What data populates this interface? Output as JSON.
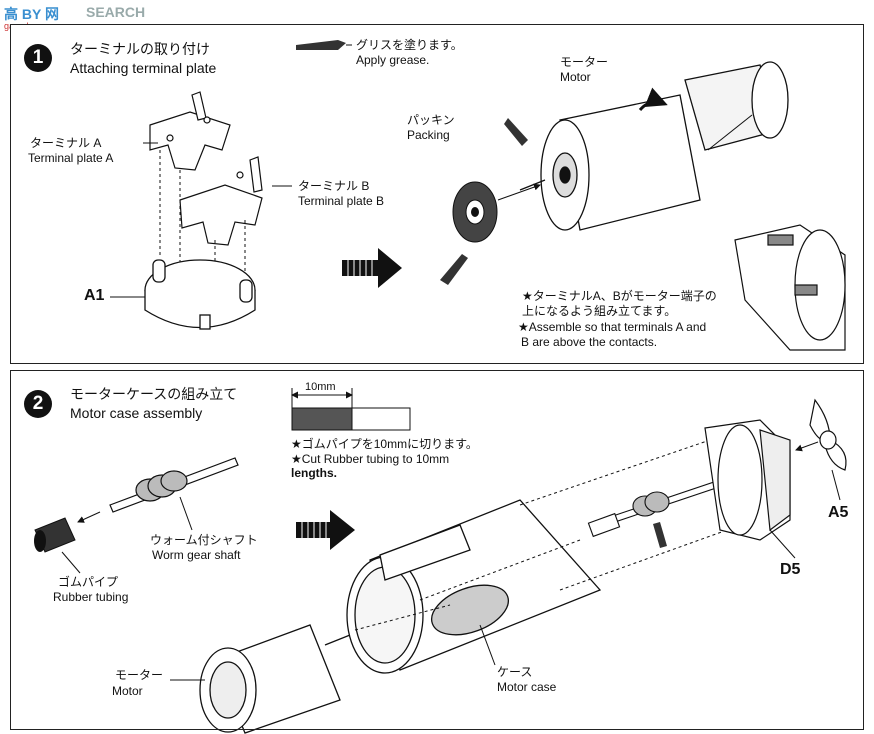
{
  "watermark": {
    "logo": "高 BY 网",
    "brand": "SEARCH",
    "domain": "gao-shou.com"
  },
  "step1": {
    "number": "1",
    "title_jp": "ターミナルの取り付け",
    "title_en": "Attaching terminal plate",
    "grease_jp": "グリスを塗ります。",
    "grease_en": "Apply grease.",
    "terminal_a_jp": "ターミナル A",
    "terminal_a_en": "Terminal plate A",
    "terminal_b_jp": "ターミナル B",
    "terminal_b_en": "Terminal plate B",
    "part_a1": "A1",
    "packing_jp": "パッキン",
    "packing_en": "Packing",
    "motor_jp": "モーター",
    "motor_en": "Motor",
    "note_jp_1": "★ターミナルA、Bがモーター端子の",
    "note_jp_2": "上になるよう組み立てます。",
    "note_en_1": "★Assemble so that  terminals A and",
    "note_en_2": "B are above the contacts."
  },
  "step2": {
    "number": "2",
    "title_jp": "モーターケースの組み立て",
    "title_en": "Motor case assembly",
    "measure": "10mm",
    "cut_jp": "★ゴムパイプを10mmに切ります。",
    "cut_en_1": "★Cut Rubber tubing to 10mm",
    "cut_en_2": "lengths.",
    "worm_jp": "ウォーム付シャフト",
    "worm_en": "Worm gear shaft",
    "rubber_jp": "ゴムパイプ",
    "rubber_en": "Rubber tubing",
    "motor_jp": "モーター",
    "motor_en": "Motor",
    "case_jp": "ケース",
    "case_en": "Motor case",
    "part_a5": "A5",
    "part_d5": "D5"
  }
}
